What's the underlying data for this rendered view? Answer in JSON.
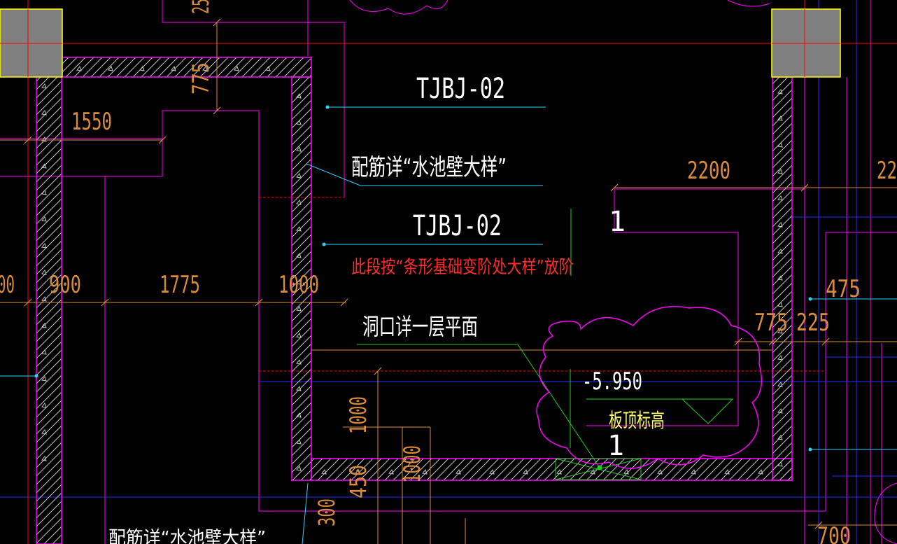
{
  "colors": {
    "background": "#000000",
    "wall": "#ff00ff",
    "dimension": "#d98b3a",
    "axis": "#ff0000",
    "blue": "#2a2aff",
    "cyan": "#2ad4ff",
    "label": "#ffffff",
    "note": "#ff2a2a",
    "level": "#ffff66",
    "green": "#22cc22",
    "column": "#808080",
    "column_border": "#ffff00",
    "hatch": "#c8c8c8"
  },
  "labels": {
    "tag_upper": "TJBJ-02",
    "rebar_note": "配筋详“水池壁大样”",
    "tag_lower": "TJBJ-02",
    "step_note": "此段按“条形基础变阶处大样”放阶",
    "opening_note": "洞口详一层平面",
    "level_value": "-5.950",
    "level_label": "板顶标高",
    "section_mark_a": "1",
    "section_mark_b": "1",
    "rebar_note_bottom": "配筋详“水池壁大样”"
  },
  "dimensions": {
    "d_top_partial": "25",
    "d_775_vertical": "775",
    "d_1550": "1550",
    "d_2200": "2200",
    "d_22_partial": "22",
    "d_00_partial": "00",
    "d_900": "900",
    "d_1775": "1775",
    "d_1000": "1000",
    "d_475": "475",
    "d_775": "775",
    "d_225": "225",
    "d_1000_vertical": "1000",
    "d_1000_vertical_b": "1000",
    "d_450_vertical": "450",
    "d_300_vertical": "300",
    "d_700": "700"
  }
}
